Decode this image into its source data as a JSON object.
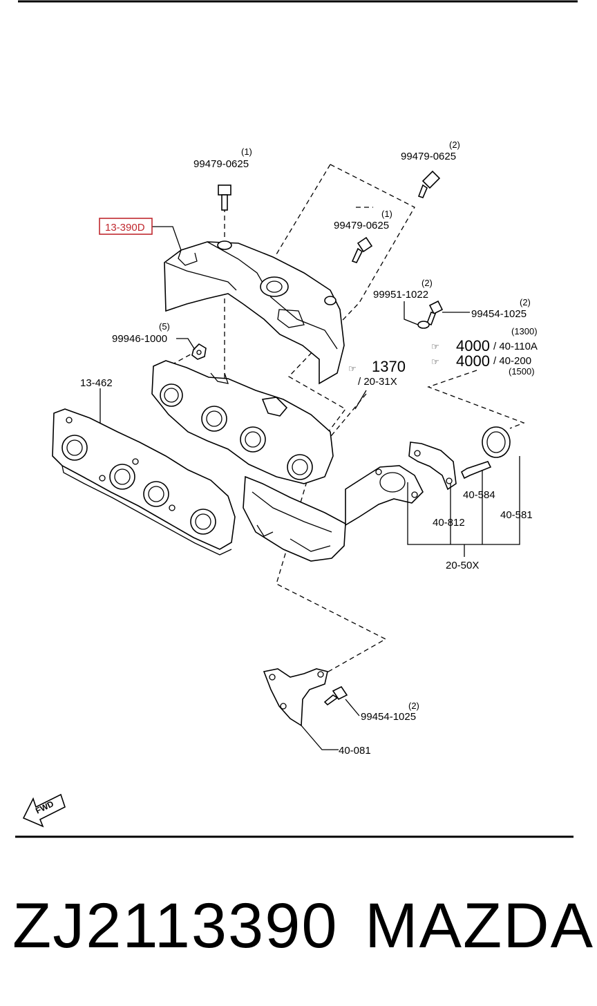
{
  "diagram": {
    "callouts": [
      {
        "id": "bolt-top-left",
        "part": "99479-0625",
        "qty": "(1)"
      },
      {
        "id": "bolt-top-right",
        "part": "99479-0625",
        "qty": "(2)"
      },
      {
        "id": "bolt-mid",
        "part": "99479-0625",
        "qty": "(1)"
      },
      {
        "id": "heat-insulator",
        "part": "13-390D"
      },
      {
        "id": "washer",
        "part": "99951-1022",
        "qty": "(2)"
      },
      {
        "id": "bolt-insulator",
        "part": "99454-1025",
        "qty": "(2)"
      },
      {
        "id": "nut",
        "part": "99946-1000",
        "qty": "(5)"
      },
      {
        "id": "gasket",
        "part": "13-462"
      },
      {
        "id": "ref-1370",
        "num": "1370",
        "ref": "/ 20-31X"
      },
      {
        "id": "ref-4000-a",
        "num": "4000",
        "ref": "/ 40-110A",
        "note": "(1300)"
      },
      {
        "id": "ref-4000-b",
        "num": "4000",
        "ref": "/ 40-200",
        "note": "(1500)"
      },
      {
        "id": "stud",
        "part": "40-584"
      },
      {
        "id": "bracket-812",
        "part": "40-812"
      },
      {
        "id": "seal-ring",
        "part": "40-581"
      },
      {
        "id": "assembly",
        "part": "20-50X"
      },
      {
        "id": "bolt-bracket",
        "part": "99454-1025",
        "qty": "(2)"
      },
      {
        "id": "bracket-081",
        "part": "40-081"
      }
    ],
    "fwd_label": "FWD",
    "highlight_color": "#c0282e"
  },
  "footer": {
    "part_number": "ZJ2113390",
    "brand": "MAZDA"
  }
}
